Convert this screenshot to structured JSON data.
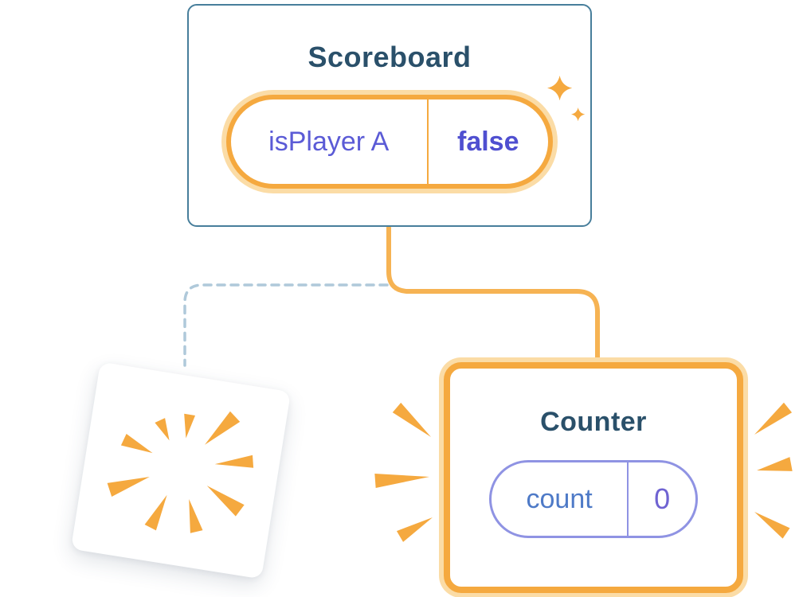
{
  "scoreboard": {
    "title": "Scoreboard",
    "state": {
      "key": "isPlayer A",
      "value": "false"
    }
  },
  "counter": {
    "title": "Counter",
    "state": {
      "key": "count",
      "value": "0"
    }
  },
  "icons": {
    "sparkle": "sparkle-icon",
    "poof": "poof-burst-icon",
    "emphasis": "emphasis-rays-icon"
  },
  "colors": {
    "accent_orange": "#F5A93F",
    "halo_orange": "#FBDCA6",
    "connector_orange": "#F6B353",
    "dashed_blue": "#AFC9DA",
    "card_border_blue": "#477E9B",
    "title_navy": "#2A506A",
    "state_indigo": "#5B5BD6",
    "value_indigo": "#4F4FD0",
    "count_blue": "#4E7AC7",
    "zero_purple": "#6F63D2",
    "pill_border_purple": "#8F93E3"
  }
}
